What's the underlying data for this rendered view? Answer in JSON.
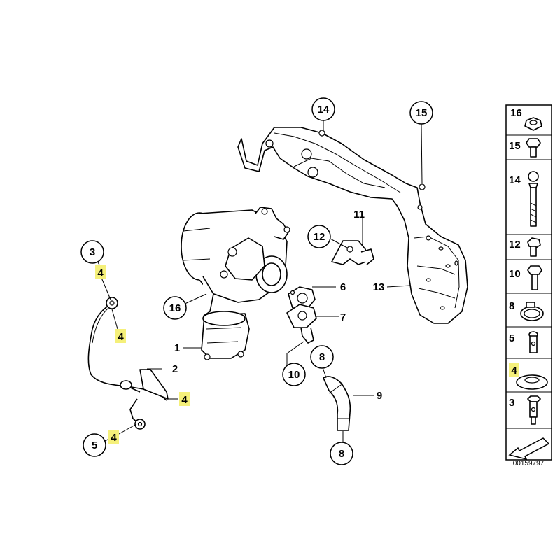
{
  "accent": {
    "highlight": "#f5f07a",
    "line": "#000000"
  },
  "callouts": [
    {
      "id": "c1",
      "label": "1",
      "circle": false
    },
    {
      "id": "c2",
      "label": "2",
      "circle": false
    },
    {
      "id": "c3",
      "label": "3",
      "circle": true
    },
    {
      "id": "c4a",
      "label": "4",
      "highlight": true
    },
    {
      "id": "c4b",
      "label": "4",
      "highlight": true
    },
    {
      "id": "c4c",
      "label": "4",
      "highlight": true
    },
    {
      "id": "c4d",
      "label": "4",
      "highlight": true
    },
    {
      "id": "c5",
      "label": "5",
      "circle": true
    },
    {
      "id": "c6",
      "label": "6",
      "circle": false
    },
    {
      "id": "c7",
      "label": "7",
      "circle": false
    },
    {
      "id": "c8a",
      "label": "8",
      "circle": true
    },
    {
      "id": "c8b",
      "label": "8",
      "circle": true
    },
    {
      "id": "c9",
      "label": "9",
      "circle": false
    },
    {
      "id": "c10",
      "label": "10",
      "circle": true
    },
    {
      "id": "c11",
      "label": "11",
      "circle": false
    },
    {
      "id": "c12",
      "label": "12",
      "circle": true
    },
    {
      "id": "c13",
      "label": "13",
      "circle": false
    },
    {
      "id": "c14",
      "label": "14",
      "circle": true
    },
    {
      "id": "c15",
      "label": "15",
      "circle": true
    },
    {
      "id": "c16",
      "label": "16",
      "circle": true
    }
  ],
  "legend": {
    "items": [
      {
        "label": "16",
        "part": "nut"
      },
      {
        "label": "15",
        "part": "flange-bolt"
      },
      {
        "label": "14",
        "part": "stud"
      },
      {
        "label": "12",
        "part": "hollow-bolt"
      },
      {
        "label": "10",
        "part": "hex-bolt"
      },
      {
        "label": "8",
        "part": "hose-clamp"
      },
      {
        "label": "5",
        "part": "banjo-bolt"
      },
      {
        "label": "4",
        "part": "sealing-ring",
        "highlight": true
      },
      {
        "label": "3",
        "part": "banjo-bolt"
      }
    ],
    "icon": "arrow-icon"
  },
  "reference_number": "00159797"
}
